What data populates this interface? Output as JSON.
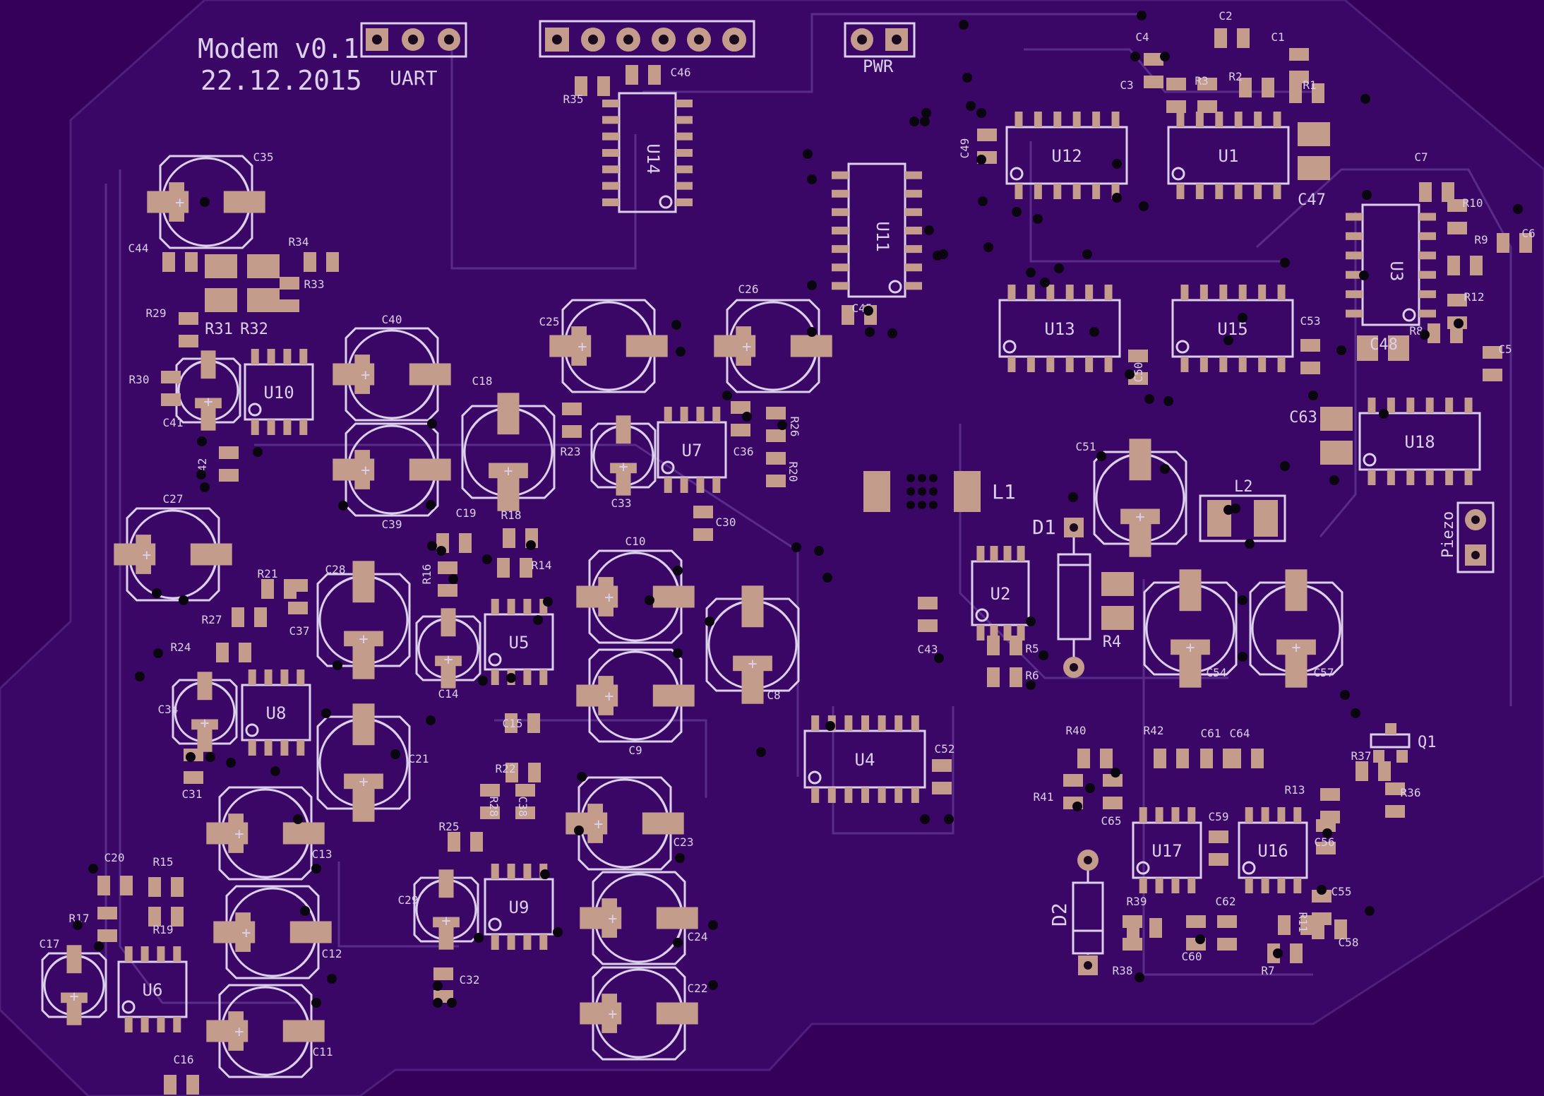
{
  "board": {
    "title": "Modem v0.1",
    "date": "22.12.2015",
    "colors": {
      "background": "#34005a",
      "board": "#3a0766",
      "pad": "#c39c8c",
      "silk": "#dcd0ec",
      "trace": "#5a2c8a",
      "via": "#0a0610"
    }
  },
  "connectors": {
    "uart": "UART",
    "pwr": "PWR",
    "piezo": "Piezo"
  },
  "ics": [
    "U1",
    "U2",
    "U3",
    "U4",
    "U5",
    "U6",
    "U7",
    "U8",
    "U9",
    "U10",
    "U11",
    "U12",
    "U13",
    "U14",
    "U15",
    "U16",
    "U17",
    "U18"
  ],
  "electrolytics": [
    "C8",
    "C9",
    "C10",
    "C11",
    "C12",
    "C13",
    "C14",
    "C17",
    "C18",
    "C21",
    "C22",
    "C23",
    "C24",
    "C25",
    "C26",
    "C27",
    "C28",
    "C29",
    "C33",
    "C34",
    "C35",
    "C39",
    "C40",
    "C41",
    "C51",
    "C54",
    "C57"
  ],
  "small_caps": [
    "C1",
    "C2",
    "C3",
    "C4",
    "C5",
    "C6",
    "C7",
    "C15",
    "C16",
    "C19",
    "C20",
    "C30",
    "C31",
    "C32",
    "C36",
    "C37",
    "C38",
    "C42",
    "C43",
    "C44",
    "C45",
    "C46",
    "C47",
    "C48",
    "C49",
    "C50",
    "C52",
    "C53",
    "C55",
    "C56",
    "C58",
    "C59",
    "C60",
    "C61",
    "C62",
    "C63",
    "C64",
    "C65"
  ],
  "resistors": [
    "R1",
    "R2",
    "R3",
    "R4",
    "R5",
    "R6",
    "R7",
    "R8",
    "R9",
    "R10",
    "R11",
    "R12",
    "R13",
    "R14",
    "R15",
    "R16",
    "R17",
    "R18",
    "R19",
    "R20",
    "R21",
    "R22",
    "R23",
    "R24",
    "R25",
    "R26",
    "R27",
    "R28",
    "R29",
    "R30",
    "R31",
    "R32",
    "R33",
    "R34",
    "R35",
    "R36",
    "R37",
    "R38",
    "R39",
    "R40",
    "R41",
    "R42"
  ],
  "other": {
    "l1": "L1",
    "l2": "L2",
    "d1": "D1",
    "d2": "D2",
    "q1": "Q1"
  }
}
